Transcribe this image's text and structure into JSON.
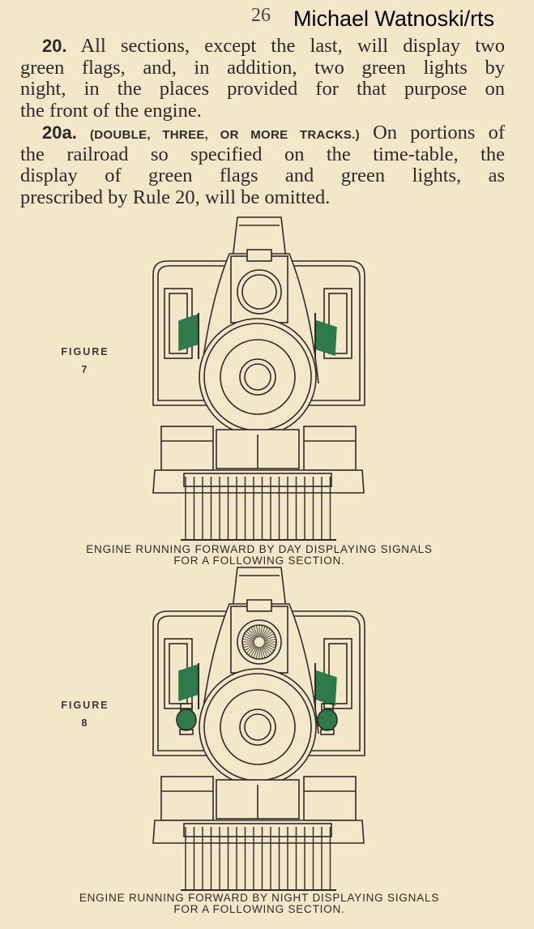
{
  "header": {
    "page_number": "26",
    "credit": "Michael Watnoski/rts"
  },
  "rule_20": {
    "number": "20.",
    "lines": [
      "All sections, except the last, will display two",
      "green flags, and, in addition, two green lights by",
      "night, in the places provided for that purpose on",
      "the front of the engine."
    ]
  },
  "rule_20a": {
    "number": "20a.",
    "heading": "(DOUBLE, THREE, OR MORE TRACKS.)",
    "first_line_rest": "On portions of",
    "lines": [
      "the railroad so specified on the time-table, the",
      "display of green flags and green lights, as",
      "prescribed by Rule 20, will be omitted."
    ]
  },
  "figures": [
    {
      "label": "FIGURE",
      "number": "7",
      "caption_1": "ENGINE RUNNING FORWARD BY DAY DISPLAYING SIGNALS",
      "caption_2": "FOR A FOLLOWING SECTION."
    },
    {
      "label": "FIGURE",
      "number": "8",
      "caption_1": "ENGINE RUNNING FORWARD BY NIGHT DISPLAYING SIGNALS",
      "caption_2": "FOR A FOLLOWING SECTION."
    }
  ],
  "colors": {
    "paper": "#f3e7c9",
    "ink": "#2e2a26",
    "flag_green": "#2e7a4a"
  }
}
